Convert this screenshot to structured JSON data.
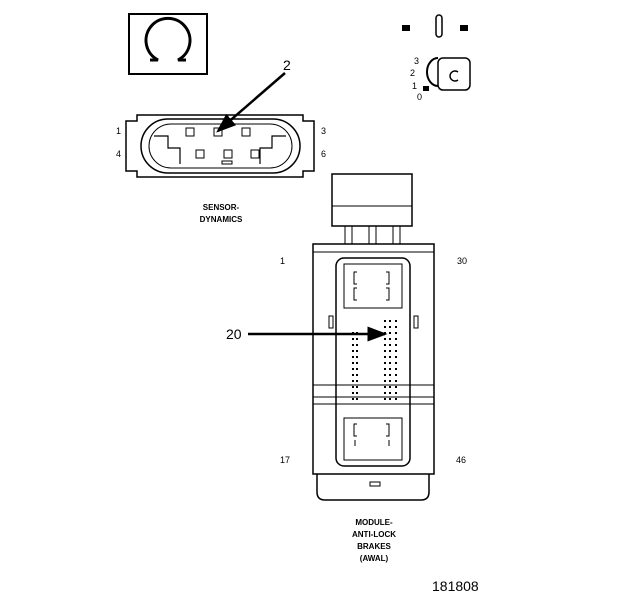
{
  "symbol": {
    "name": "ohm-icon",
    "glyph": "Ω"
  },
  "ignition": {
    "positions": [
      "3",
      "2",
      "1",
      "0"
    ]
  },
  "sensor": {
    "pin_labels": {
      "top_left": "1",
      "bottom_left": "4",
      "top_right": "3",
      "bottom_right": "6"
    },
    "caption": [
      "SENSOR-",
      "DYNAMICS"
    ],
    "callout": "2"
  },
  "module": {
    "pin_labels": {
      "top_left": "1",
      "top_right": "30",
      "bottom_left": "17",
      "bottom_right": "46"
    },
    "callout": "20",
    "caption": [
      "MODULE-",
      "ANTI-LOCK",
      "BRAKES",
      "(AWAL)"
    ]
  },
  "figure_number": "181808",
  "colors": {
    "line": "#000000",
    "background": "#ffffff"
  }
}
